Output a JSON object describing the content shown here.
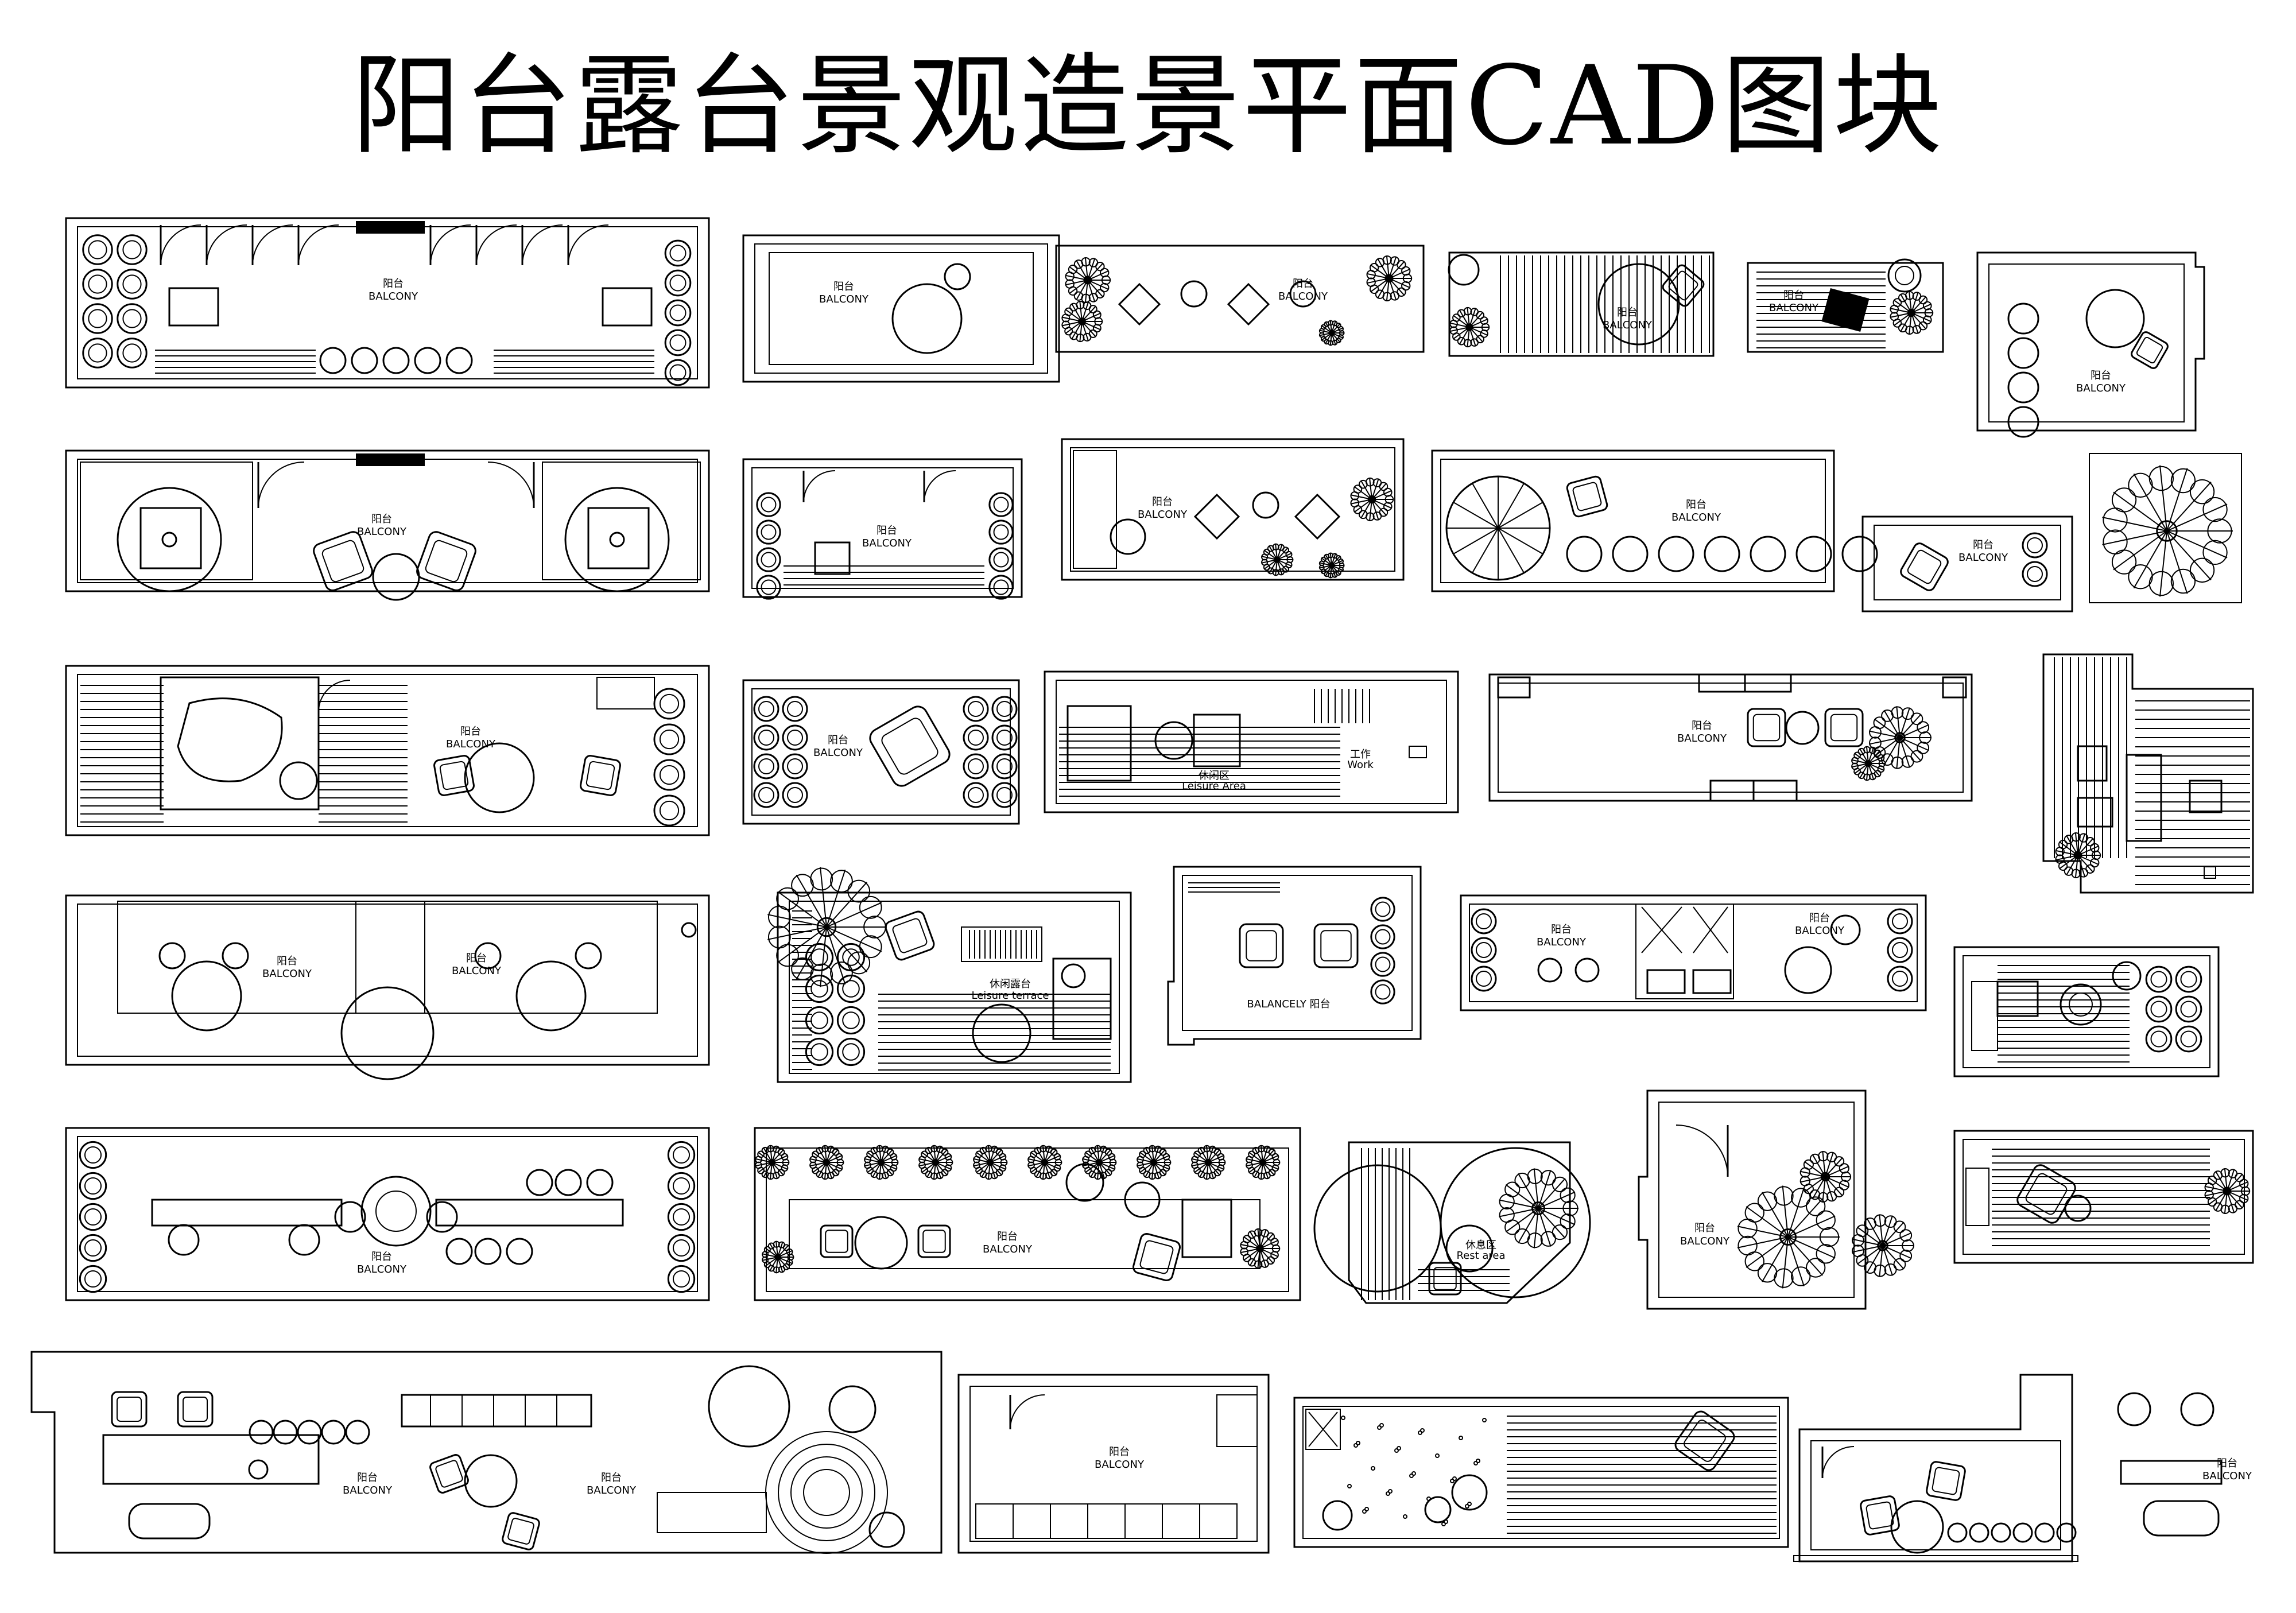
{
  "title": "阳台露台景观造景平面CAD图块",
  "labels": {
    "balcony_cn": "阳台",
    "balcony_short_cn": "阳台",
    "balcony_en": "BALCONY",
    "leisure_terrace_cn": "休闲露台",
    "leisure_terrace_en": "Leisure terrace",
    "leisure_area_cn": "休闲区",
    "leisure_area_en": "Leisure Area",
    "work_cn": "工作",
    "work_en": "Work",
    "rest_area_cn": "休息区",
    "rest_area_en": "Rest area",
    "balcony_caps": "BALANCELY 阳台"
  },
  "icons": [
    "tree-plan-icon",
    "chair-plan-icon",
    "round-table-icon",
    "planter-pot-icon",
    "door-swing-icon",
    "umbrella-plan-icon"
  ]
}
